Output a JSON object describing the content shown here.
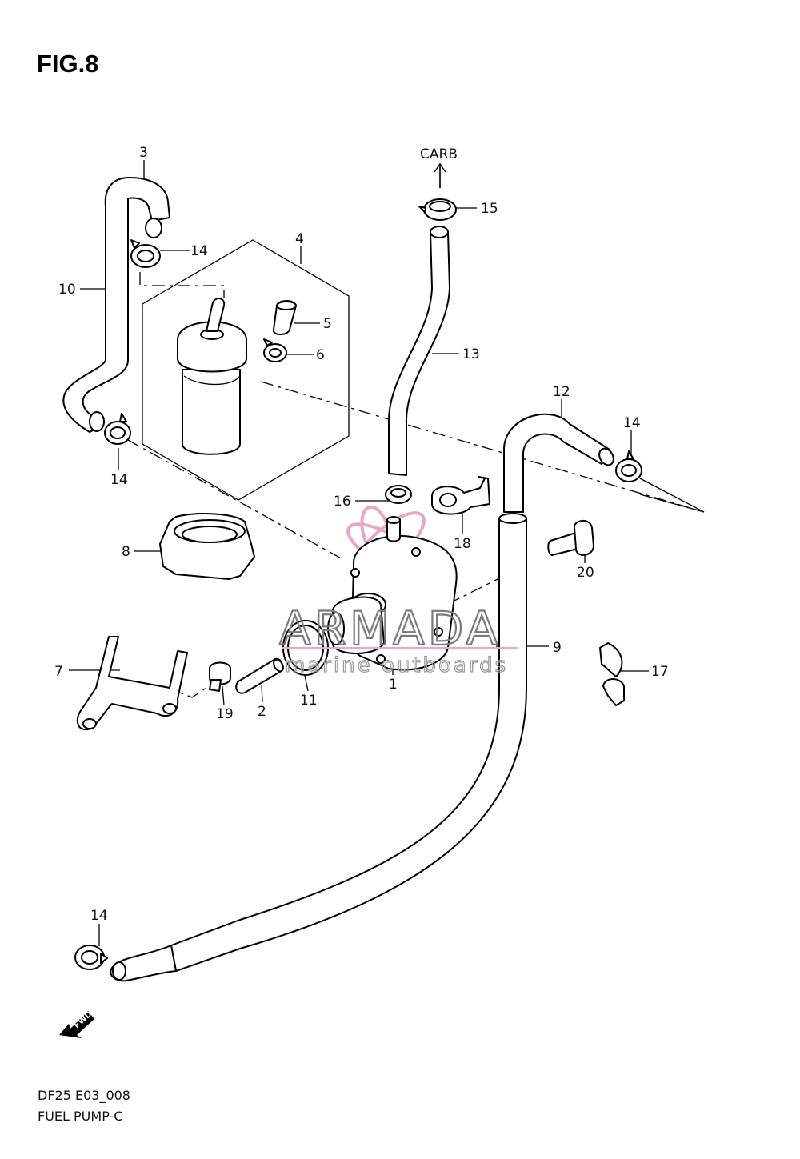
{
  "figure": {
    "title": "FIG.8",
    "code": "DF25 E03_008",
    "name": "FUEL PUMP-C",
    "direction_label": "CARB",
    "fwd_label": "FWD"
  },
  "watermark": {
    "brand": "ARMADA",
    "tagline": "marine outboards",
    "accent_color": "#e7a7c8"
  },
  "callouts": [
    {
      "id": "c1",
      "text": "1"
    },
    {
      "id": "c2",
      "text": "2"
    },
    {
      "id": "c3",
      "text": "3"
    },
    {
      "id": "c4",
      "text": "4"
    },
    {
      "id": "c5",
      "text": "5"
    },
    {
      "id": "c6",
      "text": "6"
    },
    {
      "id": "c7",
      "text": "7"
    },
    {
      "id": "c8",
      "text": "8"
    },
    {
      "id": "c9",
      "text": "9"
    },
    {
      "id": "c10",
      "text": "10"
    },
    {
      "id": "c11",
      "text": "11"
    },
    {
      "id": "c12",
      "text": "12"
    },
    {
      "id": "c13",
      "text": "13"
    },
    {
      "id": "c14a",
      "text": "14"
    },
    {
      "id": "c14b",
      "text": "14"
    },
    {
      "id": "c14c",
      "text": "14"
    },
    {
      "id": "c14d",
      "text": "14"
    },
    {
      "id": "c15",
      "text": "15"
    },
    {
      "id": "c16",
      "text": "16"
    },
    {
      "id": "c17",
      "text": "17"
    },
    {
      "id": "c18",
      "text": "18"
    },
    {
      "id": "c19",
      "text": "19"
    },
    {
      "id": "c20",
      "text": "20"
    }
  ]
}
